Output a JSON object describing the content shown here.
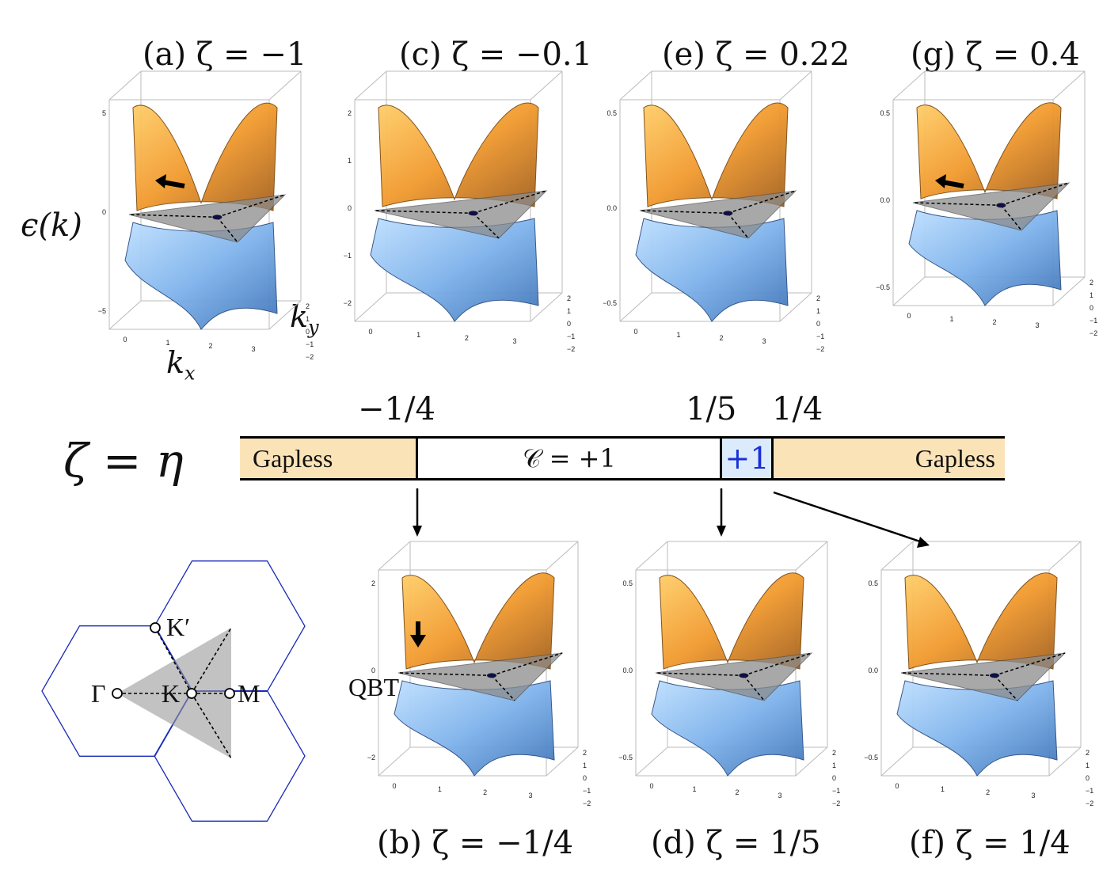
{
  "panels": [
    {
      "id": "a",
      "title": "(a) ζ = −1",
      "yticks": [
        "5",
        "0",
        "−5"
      ],
      "xticks": [
        "0",
        "1",
        "2",
        "3"
      ],
      "zticks": [
        "2",
        "1",
        "0",
        "−1",
        "−2"
      ]
    },
    {
      "id": "c",
      "title": "(c) ζ = −0.1",
      "yticks": [
        "2",
        "1",
        "0",
        "−1",
        "−2"
      ],
      "xticks": [
        "0",
        "1",
        "2",
        "3"
      ],
      "zticks": [
        "2",
        "1",
        "0",
        "−1",
        "−2"
      ]
    },
    {
      "id": "e",
      "title": "(e) ζ = 0.22",
      "yticks": [
        "0.5",
        "0.0",
        "−0.5"
      ],
      "xticks": [
        "0",
        "1",
        "2",
        "3"
      ],
      "zticks": [
        "2",
        "1",
        "0",
        "−1",
        "−2"
      ]
    },
    {
      "id": "g",
      "title": "(g) ζ = 0.4",
      "yticks": [
        "0.5",
        "0.0",
        "−0.5"
      ],
      "xticks": [
        "0",
        "1",
        "2",
        "3"
      ],
      "zticks": [
        "2",
        "1",
        "0",
        "−1",
        "−2"
      ]
    },
    {
      "id": "b",
      "title": "(b) ζ = −1/4",
      "yticks": [
        "2",
        "0",
        "−2"
      ],
      "xticks": [
        "0",
        "1",
        "2",
        "3"
      ],
      "zticks": [
        "2",
        "1",
        "0",
        "−1",
        "−2"
      ]
    },
    {
      "id": "d",
      "title": "(d) ζ = 1/5",
      "yticks": [
        "0.5",
        "0.0",
        "−0.5"
      ],
      "xticks": [
        "0",
        "1",
        "2",
        "3"
      ],
      "zticks": [
        "2",
        "1",
        "0",
        "−1",
        "−2"
      ]
    },
    {
      "id": "f",
      "title": "(f) ζ = 1/4",
      "yticks": [
        "0.5",
        "0.0",
        "−0.5"
      ],
      "xticks": [
        "0",
        "1",
        "2",
        "3"
      ],
      "zticks": [
        "2",
        "1",
        "0",
        "−1",
        "−2"
      ]
    }
  ],
  "axis_labels": {
    "energy": "ϵ(k)",
    "kx": "k",
    "kx_sub": "x",
    "ky": "k",
    "ky_sub": "y"
  },
  "phase_diagram": {
    "variable": "ζ = η",
    "critical_points": [
      "−1/4",
      "1/5",
      "1/4"
    ],
    "segments": [
      {
        "label": "Gapless",
        "color": "#fbe3b8"
      },
      {
        "label": "𝒞 = +1",
        "color": "#ffffff"
      },
      {
        "label": "+1",
        "color": "#dcebfb",
        "text_color": "#1a2fd6"
      },
      {
        "label": "Gapless",
        "color": "#fbe3b8"
      }
    ]
  },
  "annotations": {
    "qbt": "QBT"
  },
  "brillouin_zone": {
    "points": [
      "Γ",
      "K",
      "K′",
      "M"
    ],
    "line_color": "#1a2bb8"
  },
  "colors": {
    "upper_band": "#f2a23a",
    "lower_band": "#7fb6ef",
    "plane": "#8c8c8c"
  }
}
